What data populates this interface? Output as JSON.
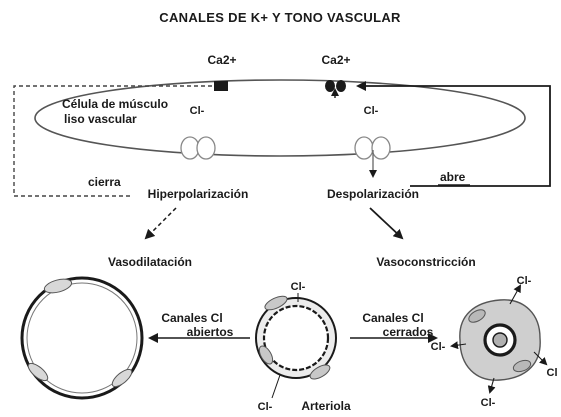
{
  "title": "CANALES DE K+ Y TONO VASCULAR",
  "labels": {
    "ca_left": "Ca2+",
    "ca_right": "Ca2+",
    "cell_line1": "Célula de músculo",
    "cell_line2": "liso vascular",
    "cl_left": "Cl-",
    "cl_right": "Cl-",
    "cierra": "cierra",
    "abre": "abre",
    "hiperpolarizacion": "Hiperpolarización",
    "despolarizacion": "Despolarización",
    "vasodilatacion": "Vasodilatación",
    "vasoconstriccion": "Vasoconstricción",
    "canales_abiertos_1": "Canales Cl",
    "canales_abiertos_2": "abiertos",
    "canales_cerrados_1": "Canales Cl",
    "canales_cerrados_2": "cerrados",
    "cl_mid_top": "Cl-",
    "cl_mid_bottom": "Cl-",
    "arteriola": "Arteriola",
    "cl_r_top": "Cl-",
    "cl_r_left": "Cl-",
    "cl_r_right": "Cl",
    "cl_r_bottom": "Cl-"
  },
  "colors": {
    "ink": "#1a1a1a",
    "membrane": "#555555",
    "channel": "#888888",
    "cell_fill": "#cfcfcf",
    "nucleus_fill": "#b0b0b0"
  }
}
